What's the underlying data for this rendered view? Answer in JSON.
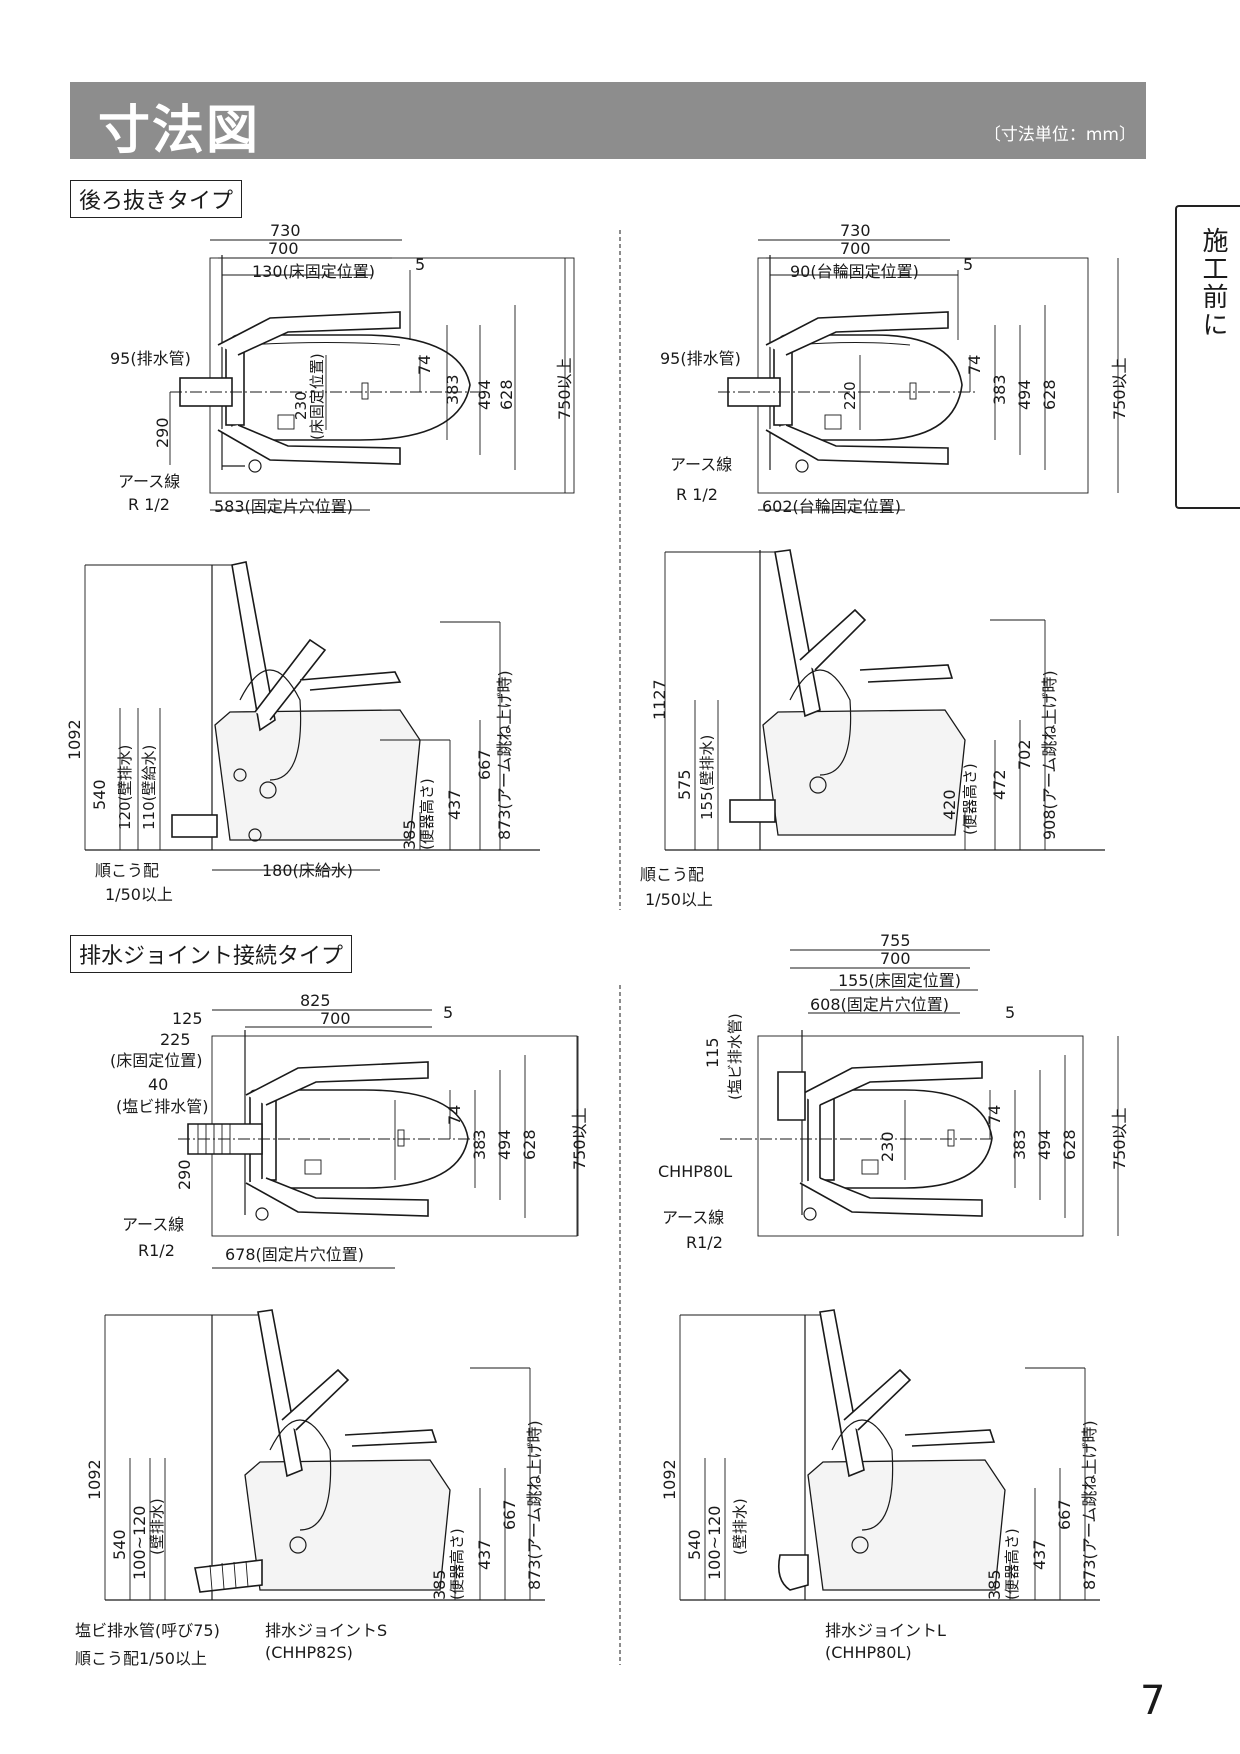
{
  "header": {
    "title": "寸法図",
    "unit": "〔寸法単位：mm〕"
  },
  "side_tab": "施工前に",
  "page_number": "7",
  "sections": {
    "rear": "後ろ抜きタイプ",
    "joint": "排水ジョイント接続タイプ"
  },
  "q1": {
    "d730": "730",
    "d700": "700",
    "d130": "130(床固定位置)",
    "d5": "5",
    "d95": "95(排水管)",
    "d290": "290",
    "d230": "230",
    "d230b": "(床固定位置)",
    "d74": "74",
    "d383": "383",
    "d494": "494",
    "d628": "628",
    "d750": "750以上",
    "earth": "アース線",
    "r12": "R 1/2",
    "d583": "583(固定片穴位置)"
  },
  "q2": {
    "d730": "730",
    "d700": "700",
    "d90": "90(台輪固定位置)",
    "d5": "5",
    "d95": "95(排水管)",
    "d220": "220",
    "d74": "74",
    "d383": "383",
    "d494": "494",
    "d628": "628",
    "d750": "750以上",
    "earth": "アース線",
    "r12": "R 1/2",
    "d602": "602(台輪固定位置)"
  },
  "q3": {
    "d1092": "1092",
    "d540": "540",
    "d120": "120(壁排水)",
    "d110": "110(壁給水)",
    "d385": "385",
    "d385b": "(便器高さ)",
    "d437": "437",
    "d667": "667",
    "d873": "873(アーム跳ね上げ時)",
    "d180": "180(床給水)",
    "slope1": "順こう配",
    "slope2": "1/50以上"
  },
  "q4": {
    "d1127": "1127",
    "d575": "575",
    "d155": "155(壁排水)",
    "d420": "420",
    "d420b": "(便器高さ)",
    "d472": "472",
    "d702": "702",
    "d908": "908(アーム跳ね上げ時)",
    "slope1": "順こう配",
    "slope2": "1/50以上"
  },
  "q5": {
    "d825": "825",
    "d700": "700",
    "d125": "125",
    "d5": "5",
    "d225": "225",
    "d225b": "(床固定位置)",
    "d40": "40",
    "d40b": "(塩ビ排水管)",
    "d290": "290",
    "d74": "74",
    "d383": "383",
    "d494": "494",
    "d628": "628",
    "d750": "750以上",
    "earth": "アース線",
    "r12": "R1/2",
    "d678": "678(固定片穴位置)"
  },
  "q6": {
    "d755": "755",
    "d700": "700",
    "d155": "155(床固定位置)",
    "d608": "608(固定片穴位置)",
    "d5": "5",
    "d115": "115",
    "d115b": "(塩ビ排水管)",
    "chhp": "CHHP80L",
    "d230": "230",
    "d74": "74",
    "d383": "383",
    "d494": "494",
    "d628": "628",
    "d750": "750以上",
    "earth": "アース線",
    "r12": "R1/2"
  },
  "q7": {
    "d1092": "1092",
    "d540": "540",
    "d100": "100~120",
    "d100b": "(壁排水)",
    "d385": "385",
    "d385b": "(便器高さ)",
    "d437": "437",
    "d667": "667",
    "d873": "873(アーム跳ね上げ時)",
    "pipe": "塩ビ排水管(呼び75)",
    "slope": "順こう配1/50以上",
    "joint": "排水ジョイントS",
    "joint_code": "(CHHP82S)"
  },
  "q8": {
    "d1092": "1092",
    "d540": "540",
    "d100": "100~120",
    "d100b": "(壁排水)",
    "d385": "385",
    "d385b": "(便器高さ)",
    "d437": "437",
    "d667": "667",
    "d873": "873(アーム跳ね上げ時)",
    "joint": "排水ジョイントL",
    "joint_code": "(CHHP80L)"
  }
}
